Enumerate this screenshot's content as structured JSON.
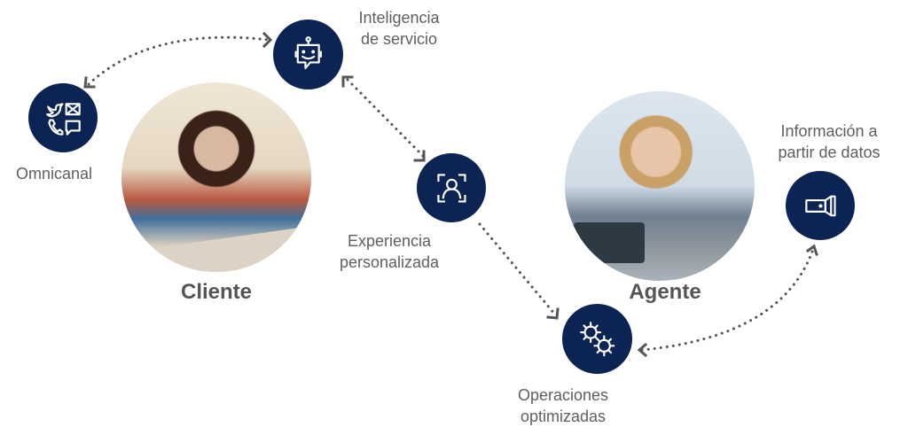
{
  "diagram": {
    "colors": {
      "node_fill": "#0b2453",
      "icon_stroke": "#ffffff",
      "label_text": "#5f5f5f",
      "title_text": "#555555",
      "connector": "#555555"
    },
    "people": {
      "client": {
        "title": "Cliente"
      },
      "agent": {
        "title": "Agente"
      }
    },
    "nodes": {
      "omnichannel": {
        "label_line1": "Omnicanal",
        "icon": "omnichannel-icons"
      },
      "service_intelligence": {
        "label_line1": "Inteligencia",
        "label_line2": "de servicio",
        "icon": "chatbot-icon"
      },
      "personalized_experience": {
        "label_line1": "Experiencia",
        "label_line2": "personalizada",
        "icon": "user-focus-icon"
      },
      "optimized_operations": {
        "label_line1": "Operaciones",
        "label_line2": "optimizadas",
        "icon": "gears-icon"
      },
      "data_insights": {
        "label_line1": "Información a",
        "label_line2": "partir de datos",
        "icon": "flashlight-icon"
      }
    },
    "connectors": [
      {
        "from": "omnichannel",
        "to": "service_intelligence",
        "type": "bidirectional"
      },
      {
        "from": "service_intelligence",
        "to": "personalized_experience",
        "type": "bidirectional"
      },
      {
        "from": "personalized_experience",
        "to": "optimized_operations",
        "type": "directional"
      },
      {
        "from": "optimized_operations",
        "to": "data_insights",
        "type": "bidirectional"
      }
    ]
  }
}
